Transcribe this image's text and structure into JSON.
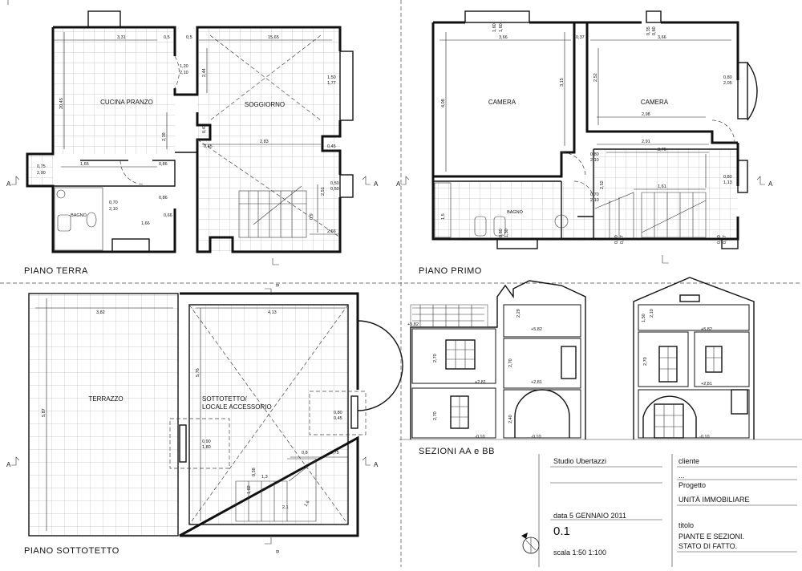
{
  "plans": {
    "piano_terra": {
      "title": "PIANO TERRA",
      "rooms": {
        "cucina": "CUCINA PRANZO",
        "soggiorno": "SOGGIORNO",
        "bagno": "BAGNO"
      },
      "dims": [
        "3,31",
        "0,5",
        "0,5",
        "15,65",
        "20,45",
        "1,20",
        "2,10",
        "2,44",
        "1,50",
        "1,77",
        "0,43",
        "0,45",
        "2,83",
        "0,45",
        "2,39",
        "1,65",
        "0,86",
        "0,86",
        "0,70",
        "2,10",
        "0,66",
        "1,66",
        "0,50",
        "0,50",
        "0,75",
        "2,00",
        "2,51",
        "2,66",
        "0,9"
      ]
    },
    "piano_primo": {
      "title": "PIANO PRIMO",
      "rooms": {
        "camera1": "CAMERA",
        "camera2": "CAMERA",
        "bagno": "BAGNO"
      },
      "dims": [
        "1,60",
        "1,60",
        "3,66",
        "0,37",
        "0,35",
        "0,60",
        "3,66",
        "4,08",
        "3,15",
        "2,52",
        "2,98",
        "0,80",
        "2,05",
        "2,91",
        "3,76",
        "0,80",
        "2,10",
        "1,61",
        "2,52",
        "0,70",
        "2,10",
        "0,80",
        "1,13",
        "1,5",
        "0,80",
        "1,30",
        "0,50",
        "0,77",
        "0,50",
        "0,77"
      ]
    },
    "piano_sottotetto": {
      "title": "PIANO SOTTOTETTO",
      "rooms": {
        "terrazzo": "TERRAZZO",
        "sottotetto_l1": "SOTTOTETTO/",
        "sottotetto_l2": "LOCALE ACCESSORIO"
      },
      "dims": [
        "3,82",
        "4,13",
        "5,87",
        "5,76",
        "0,90",
        "1,80",
        "0,80",
        "0,45",
        "0,8",
        "0,75",
        "0,58",
        "1,3",
        "1,02",
        "2,1",
        "1,6"
      ]
    },
    "sezioni": {
      "title": "SEZIONI AA e BB",
      "levels": [
        "+5,82",
        "+5,82",
        "+5,82",
        "+2,81",
        "+2,81",
        "+2,81",
        "-0,10",
        "-0,10",
        "-0,10"
      ],
      "heights": [
        "2,29",
        "2,70",
        "2,70",
        "2,40",
        "2,70",
        "2,10",
        "1,50",
        "2,70"
      ]
    }
  },
  "section_marks": {
    "a": "A",
    "b": "B"
  },
  "title_block": {
    "studio": "Studio Ubertazzi",
    "cliente_label": "cliente",
    "cliente_value": "...",
    "progetto_label": "Progetto",
    "progetto_value": "UNITÀ IMMOBILIARE",
    "data": "data  5 GENNAIO 2011",
    "sheet_no": "0.1",
    "titolo_label": "titolo",
    "titolo_l1": "PIANTE E SEZIONI.",
    "titolo_l2": "STATO DI FATTO.",
    "scala": "scala 1:50  1:100"
  }
}
